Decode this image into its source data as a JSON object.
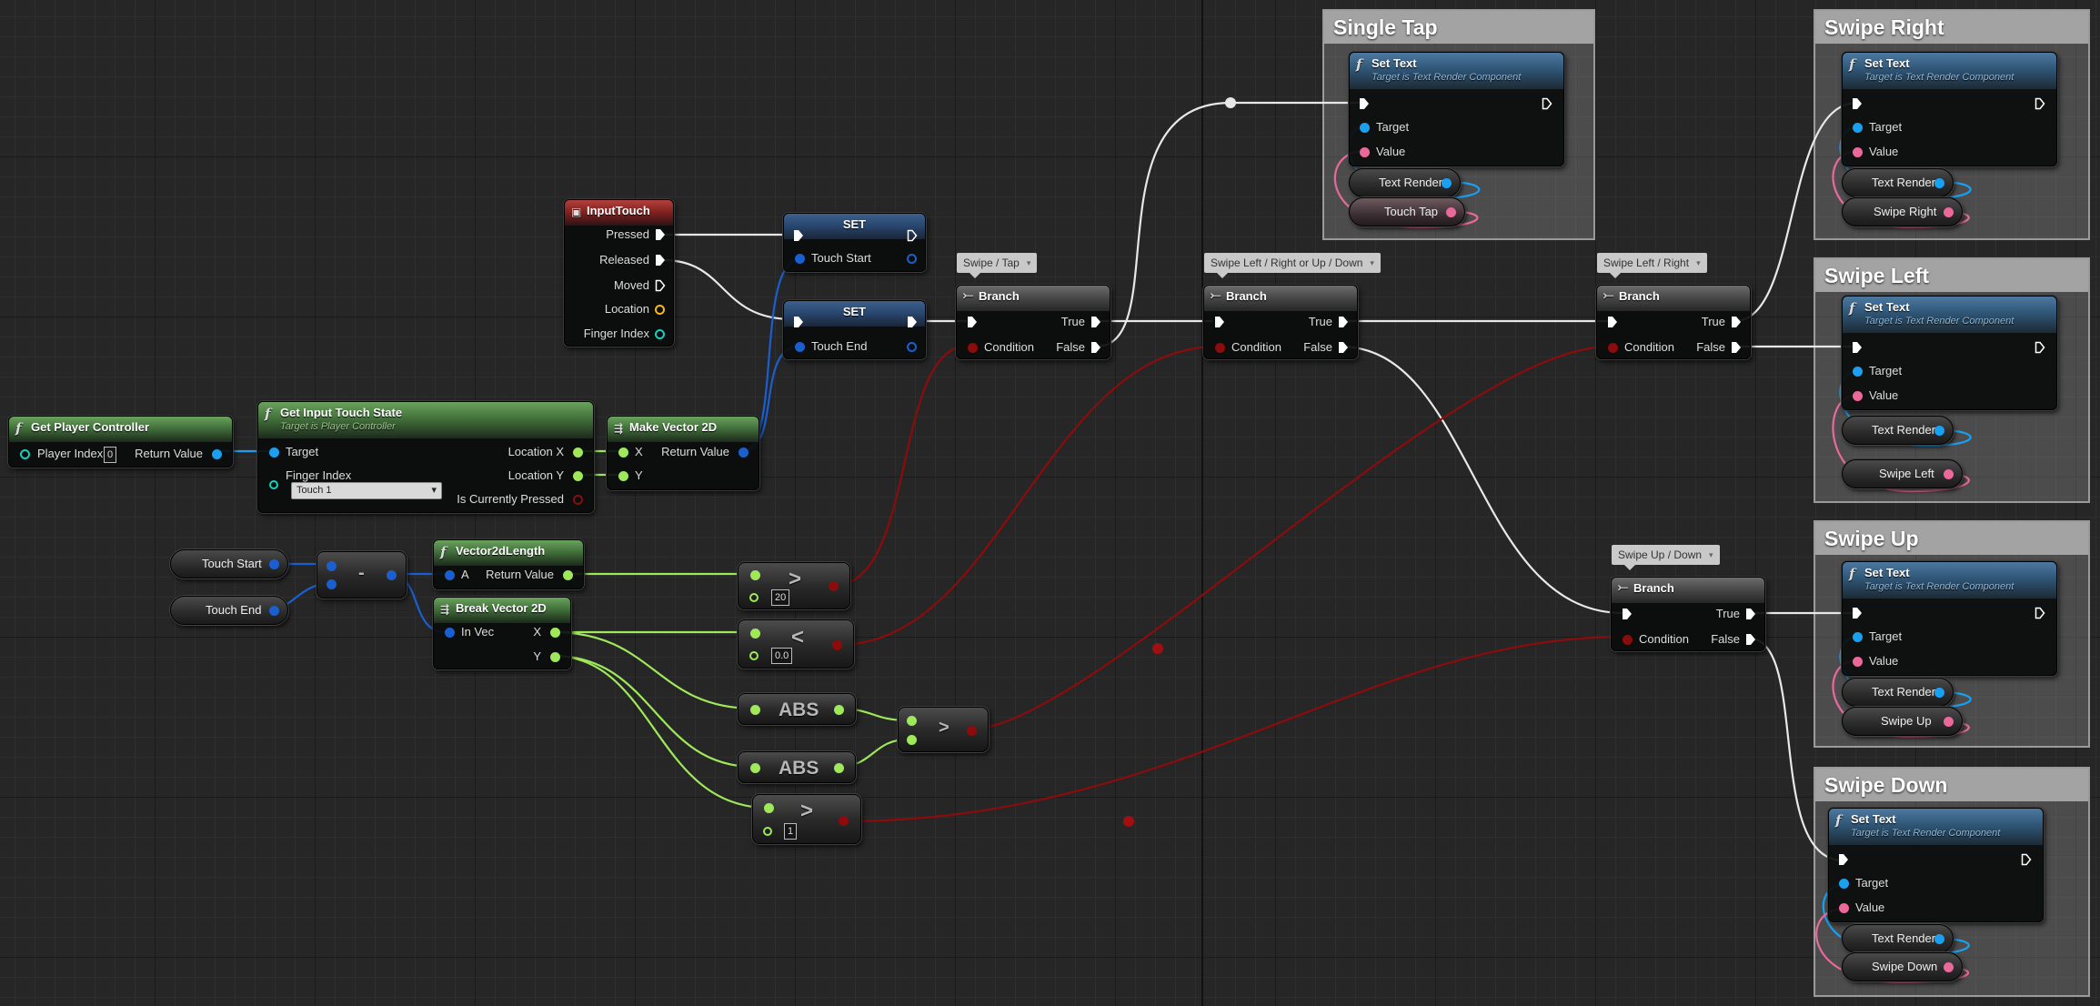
{
  "colors": {
    "exec": "#ffffff",
    "object": "#1aa0f0",
    "struct": "#1a5fcf",
    "float": "#9ee85a",
    "bool": "#8b0c0c",
    "text": "#e96a9a",
    "vector": "#f4b81e",
    "int": "#0fd3be"
  },
  "comments": {
    "single_tap": "Single Tap",
    "swipe_right": "Swipe Right",
    "swipe_left": "Swipe Left",
    "swipe_up": "Swipe Up",
    "swipe_down": "Swipe Down"
  },
  "bubbles": {
    "swipe_tap": "Swipe / Tap",
    "lr_or_ud": "Swipe Left / Right or Up / Down",
    "lr": "Swipe Left / Right",
    "ud": "Swipe Up / Down"
  },
  "input_touch": {
    "title": "InputTouch",
    "pressed": "Pressed",
    "released": "Released",
    "moved": "Moved",
    "location": "Location",
    "finger_index": "Finger Index"
  },
  "set": {
    "title": "SET",
    "touch_start": "Touch Start",
    "touch_end": "Touch End"
  },
  "branch": {
    "title": "Branch",
    "true": "True",
    "false": "False",
    "condition": "Condition"
  },
  "get_player_controller": {
    "title": "Get Player Controller",
    "player_index": "Player Index",
    "player_index_value": "0",
    "return_value": "Return Value"
  },
  "get_input_touch_state": {
    "title": "Get Input Touch State",
    "subtitle": "Target is Player Controller",
    "target": "Target",
    "finger_index": "Finger Index",
    "finger_index_value": "Touch 1",
    "location_x": "Location X",
    "location_y": "Location Y",
    "is_pressed": "Is Currently Pressed"
  },
  "make_vector2d": {
    "title": "Make Vector 2D",
    "x": "X",
    "y": "Y",
    "return_value": "Return Value"
  },
  "vars": {
    "touch_start": "Touch Start",
    "touch_end": "Touch End"
  },
  "subtract": {
    "op": "-"
  },
  "vector2d_length": {
    "title": "Vector2dLength",
    "a": "A",
    "return_value": "Return Value"
  },
  "break_vector2d": {
    "title": "Break Vector 2D",
    "in_vec": "In Vec",
    "x": "X",
    "y": "Y"
  },
  "compare": {
    "greater_op": ">",
    "less_op": "<",
    "gt_value_1": "20",
    "lt_value": "0.0",
    "gt_value_2": "1"
  },
  "abs": {
    "label": "ABS"
  },
  "set_text": {
    "title": "Set Text",
    "subtitle": "Target is Text Render Component",
    "target": "Target",
    "value": "Value"
  },
  "text_render": {
    "label": "Text Render"
  },
  "text_vars": {
    "touch_tap": "Touch Tap",
    "swipe_right": "Swipe Right",
    "swipe_left": "Swipe Left",
    "swipe_up": "Swipe Up",
    "swipe_down": "Swipe Down"
  }
}
